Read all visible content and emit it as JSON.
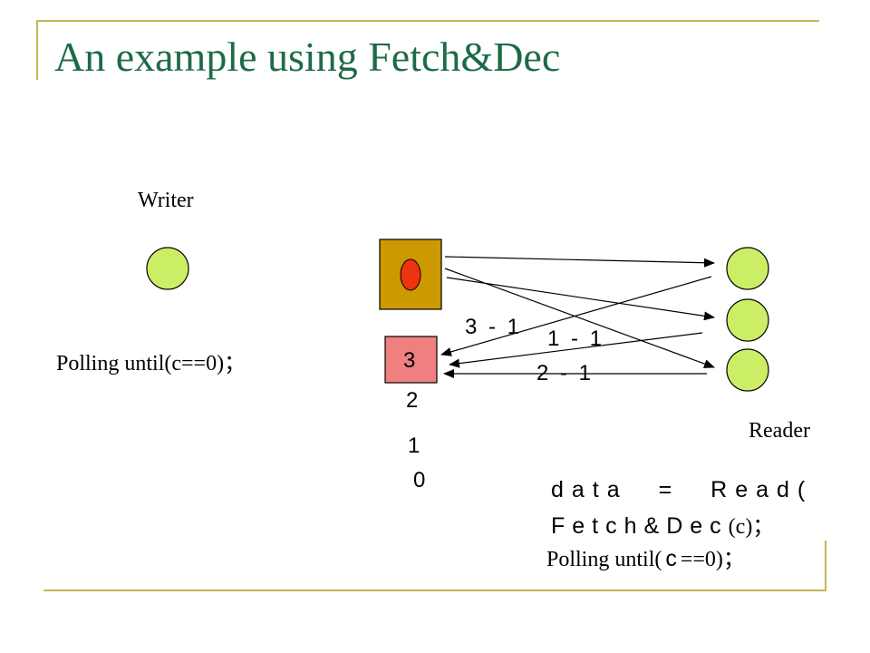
{
  "title": "An example using Fetch&Dec",
  "writer": {
    "label": "Writer",
    "code": "Polling until(c==0)；"
  },
  "counter": {
    "current": "3",
    "sequence": [
      "2",
      "1",
      "0"
    ]
  },
  "arrows": {
    "label_a": "3 - 1",
    "label_b": "1 - 1",
    "label_c": "2 - 1"
  },
  "reader": {
    "label": "Reader",
    "code_line1": "data = Read(",
    "code_line2_prefix": "Fetch&Dec",
    "code_line2_suffix": "(c)；",
    "code_line3_prefix": "Polling until(",
    "code_line3_var": "c",
    "code_line3_suffix": "==0)；"
  },
  "colors": {
    "title": "#1d6b46",
    "node_fill": "#ccee66",
    "data_box": "#cc9900",
    "data_dot": "#ee3311",
    "counter_box": "#f08080",
    "frame": "#c8b45a"
  }
}
